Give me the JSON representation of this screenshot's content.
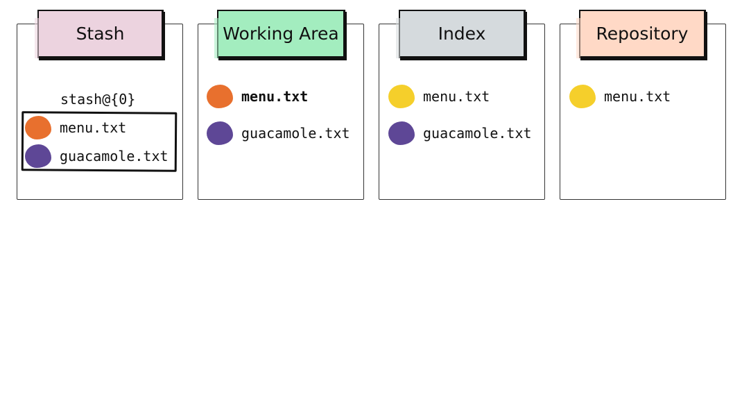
{
  "colors": {
    "stash_tab": "#ecd3df",
    "working_tab": "#a3edbf",
    "index_tab": "#d5dadd",
    "repository_tab": "#ffd9c6",
    "orange": "#e8702e",
    "purple": "#5e4796",
    "yellow": "#f5cf2b"
  },
  "stash": {
    "title": "Stash",
    "ref": "stash@{0}",
    "files": [
      "menu.txt",
      "guacamole.txt"
    ]
  },
  "working_area": {
    "title": "Working Area",
    "files": [
      "menu.txt",
      "guacamole.txt"
    ]
  },
  "index": {
    "title": "Index",
    "files": [
      "menu.txt",
      "guacamole.txt"
    ]
  },
  "repository": {
    "title": "Repository",
    "files": [
      "menu.txt"
    ]
  }
}
